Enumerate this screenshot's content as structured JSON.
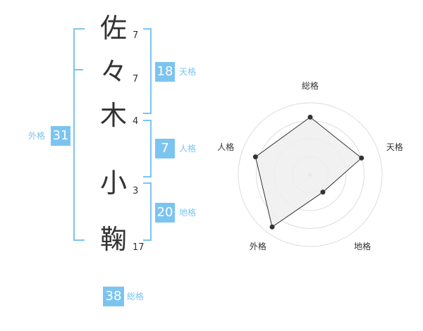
{
  "name": {
    "chars": [
      {
        "char": "佐",
        "strokes": "7"
      },
      {
        "char": "々",
        "strokes": "7"
      },
      {
        "char": "木",
        "strokes": "4"
      },
      {
        "char": "小",
        "strokes": "3"
      },
      {
        "char": "鞠",
        "strokes": "17"
      }
    ]
  },
  "scores": {
    "tenkaku": {
      "value": "18",
      "label": "天格"
    },
    "jinkaku": {
      "value": "7",
      "label": "人格"
    },
    "chikaku": {
      "value": "20",
      "label": "地格"
    },
    "gaikaku": {
      "value": "31",
      "label": "外格"
    },
    "soukaku": {
      "value": "38",
      "label": "総格"
    }
  },
  "colors": {
    "accent": "#7cc4f0",
    "text": "#333333",
    "grid": "#dddddd",
    "fill": "#eeeeee"
  },
  "chart_data": {
    "type": "radar",
    "axes": [
      "総格",
      "天格",
      "地格",
      "外格",
      "人格"
    ],
    "values": [
      0.8,
      0.75,
      0.3,
      0.9,
      0.8
    ],
    "range": [
      0,
      1
    ],
    "rings": 4,
    "grid": true
  }
}
